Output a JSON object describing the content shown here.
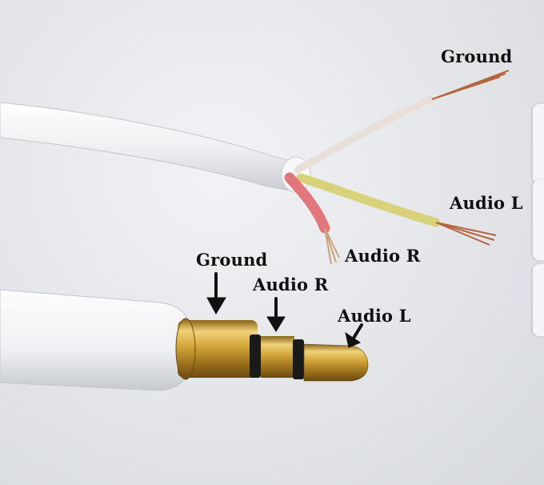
{
  "labels": {
    "cable_ground": "Ground",
    "cable_audio_l": "Audio L",
    "cable_audio_r": "Audio R",
    "plug_ground": "Ground",
    "plug_audio_r": "Audio R",
    "plug_audio_l": "Audio L"
  },
  "colors": {
    "background": "#e4e6ea",
    "cable_white": "#f4f5f7",
    "wire_ground_insulation": "#e8e0d8",
    "wire_left_insulation": "#d9d27a",
    "wire_right_insulation": "#e2767d",
    "copper": "#b5653f",
    "plug_gold": "#c99a2e",
    "insulator_ring": "#1a1a1a",
    "label_text": "#111111"
  }
}
